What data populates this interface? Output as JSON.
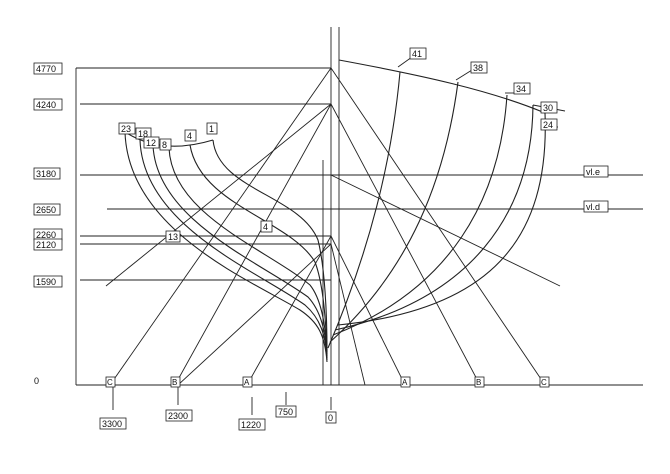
{
  "heights": [
    "4770",
    "4240",
    "3180",
    "2650",
    "2260",
    "2120",
    "1590",
    "0"
  ],
  "offsets": [
    "3300",
    "2300",
    "1220",
    "750",
    "0"
  ],
  "buttock_marks": [
    "C",
    "B",
    "A",
    "A",
    "B",
    "C"
  ],
  "waterline_tags": [
    "vl.e",
    "vl.d"
  ],
  "stations_aft": [
    "23",
    "18",
    "12",
    "8",
    "4",
    "1"
  ],
  "stations_fwd": [
    "41",
    "38",
    "34",
    "30",
    "24"
  ],
  "extra_marks": [
    "4",
    "13"
  ]
}
